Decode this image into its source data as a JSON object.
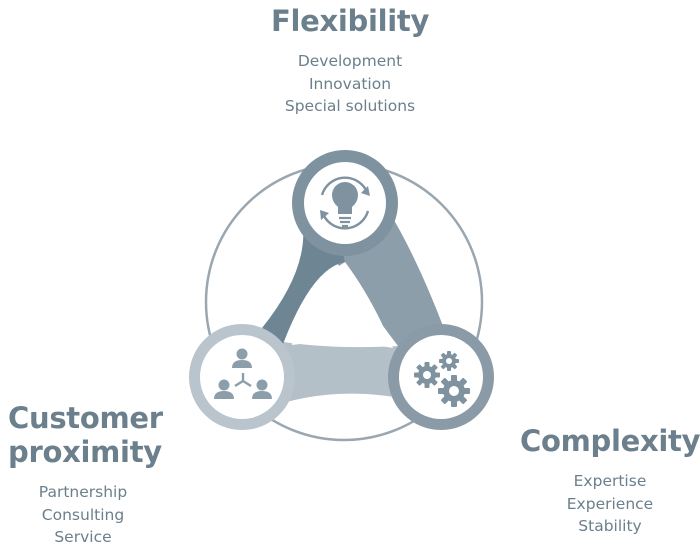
{
  "colors": {
    "text": "#6b7f8c",
    "outer_ring": "#9aa7b0",
    "band_dark": "#6e8594",
    "band_mid": "#8d9eab",
    "band_light": "#b4c0c8",
    "node_flexibility": "#7e929f",
    "node_customer": "#b9c4cc",
    "node_complexity": "#8a9ba7"
  },
  "flexibility": {
    "title": "Flexibility",
    "items": [
      "Development",
      "Innovation",
      "Special solutions"
    ],
    "icon": "lightbulb-cycle-icon"
  },
  "customer_proximity": {
    "title_line1": "Customer",
    "title_line2": "proximity",
    "items": [
      "Partnership",
      "Consulting",
      "Service"
    ],
    "icon": "people-network-icon"
  },
  "complexity": {
    "title": "Complexity",
    "items": [
      "Expertise",
      "Experience",
      "Stability"
    ],
    "icon": "gears-icon"
  }
}
